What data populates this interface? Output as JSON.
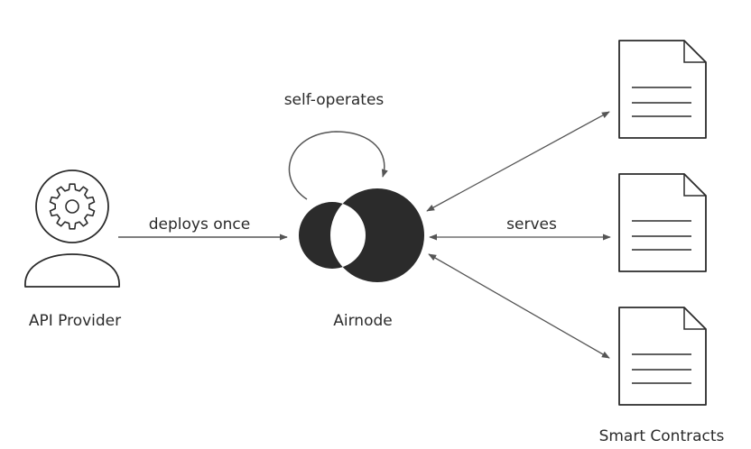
{
  "diagram": {
    "nodes": {
      "api_provider": {
        "label": "API Provider",
        "icon": "user-gear-icon"
      },
      "airnode": {
        "label": "Airnode",
        "icon": "airnode-logo"
      },
      "smart_contracts": {
        "label": "Smart Contracts",
        "icon": "document-icon"
      }
    },
    "edges": {
      "deploys": {
        "label": "deploys once"
      },
      "self_loop": {
        "label": "self-operates"
      },
      "serves": {
        "label": "serves"
      }
    },
    "colors": {
      "ink": "#2b2b2b",
      "line": "#555555"
    }
  }
}
